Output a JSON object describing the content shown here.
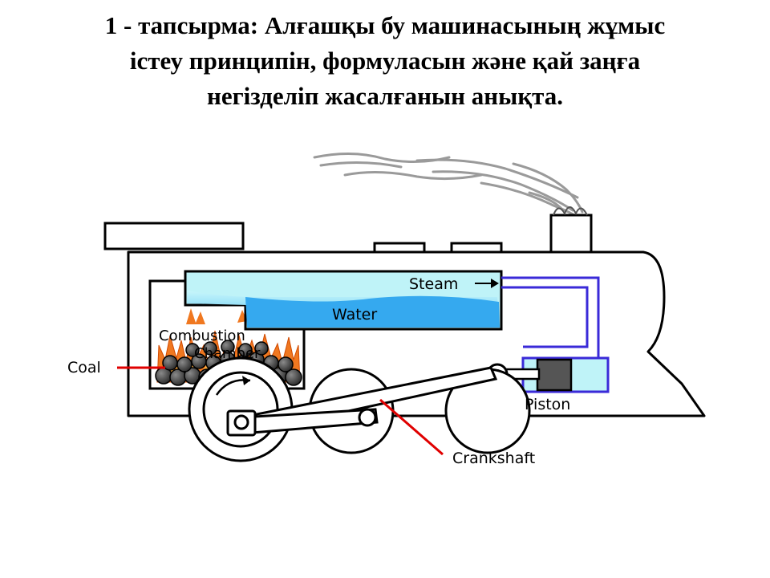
{
  "title": {
    "line1": "1 - тапсырма: Алғашқы бу машинасының жұмыс",
    "line2": "істеу принципін, формуласын және қай заңға",
    "line3": "негізделіп жасалғанын анықта."
  },
  "diagram": {
    "labels": {
      "steam": "Steam",
      "water": "Water",
      "combustion": "Combustion",
      "combustion_sub": "Chamber",
      "coal": "Coal",
      "piston": "Piston",
      "crankshaft": "Crankshaft"
    },
    "colors": {
      "outline": "#000000",
      "steam_pipe": "#3a2ad8",
      "water_light": "#bff3f8",
      "water_dark": "#2fa8f0",
      "fire": "#f07820",
      "pointer": "#e00000",
      "smoke": "#999999"
    }
  }
}
